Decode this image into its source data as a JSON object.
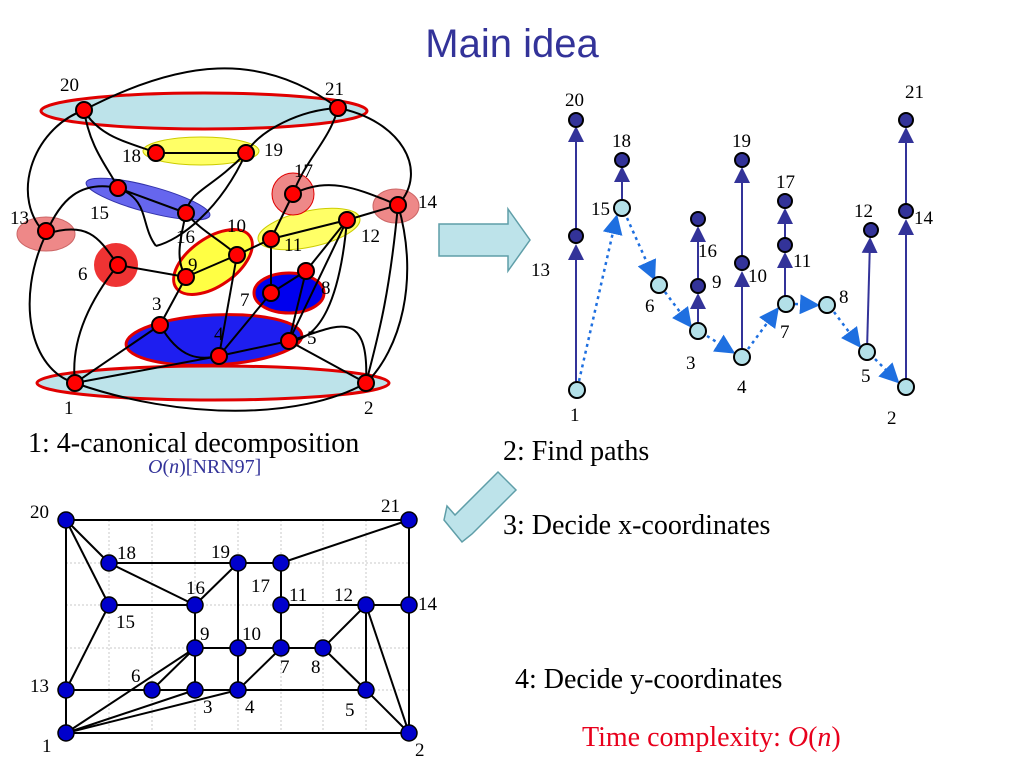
{
  "slide": {
    "title": "Main idea",
    "steps": {
      "s1": "1:  4-canonical decomposition",
      "s2": "2: Find paths",
      "s3": "3: Decide x-coordinates",
      "s4": "4: Decide y-coordinates"
    },
    "citation": {
      "big_o": "O",
      "open": "(",
      "n": "n",
      "close": ")",
      "ref": "[NRN97]"
    },
    "time_complexity": {
      "label": "Time complexity: ",
      "big_o": "O",
      "open": "(",
      "n": "n",
      "close": ")"
    }
  },
  "colors": {
    "title": "#333399",
    "red_vertex": "#ff0000",
    "navy_vertex": "#333399",
    "light_vertex": "#b3e0e8",
    "blue_vertex": "#0000cc",
    "arrow_fill": "#bde3ea",
    "time_complexity": "#e8001c"
  },
  "decomposition_vertex_labels": [
    "1",
    "2",
    "3",
    "4",
    "5",
    "6",
    "7",
    "8",
    "9",
    "10",
    "11",
    "12",
    "13",
    "14",
    "15",
    "16",
    "17",
    "18",
    "19",
    "20",
    "21"
  ],
  "paths_vertex_labels": [
    "1",
    "2",
    "3",
    "4",
    "5",
    "6",
    "7",
    "8",
    "9",
    "10",
    "11",
    "12",
    "13",
    "14",
    "15",
    "16",
    "17",
    "18",
    "19",
    "20",
    "21"
  ],
  "drawing_vertex_labels": [
    "1",
    "2",
    "3",
    "4",
    "5",
    "6",
    "7",
    "8",
    "9",
    "10",
    "11",
    "12",
    "13",
    "14",
    "15",
    "16",
    "17",
    "18",
    "19",
    "20",
    "21"
  ],
  "arrows": {
    "right": "arrow-right",
    "down_left": "arrow-down-left"
  }
}
